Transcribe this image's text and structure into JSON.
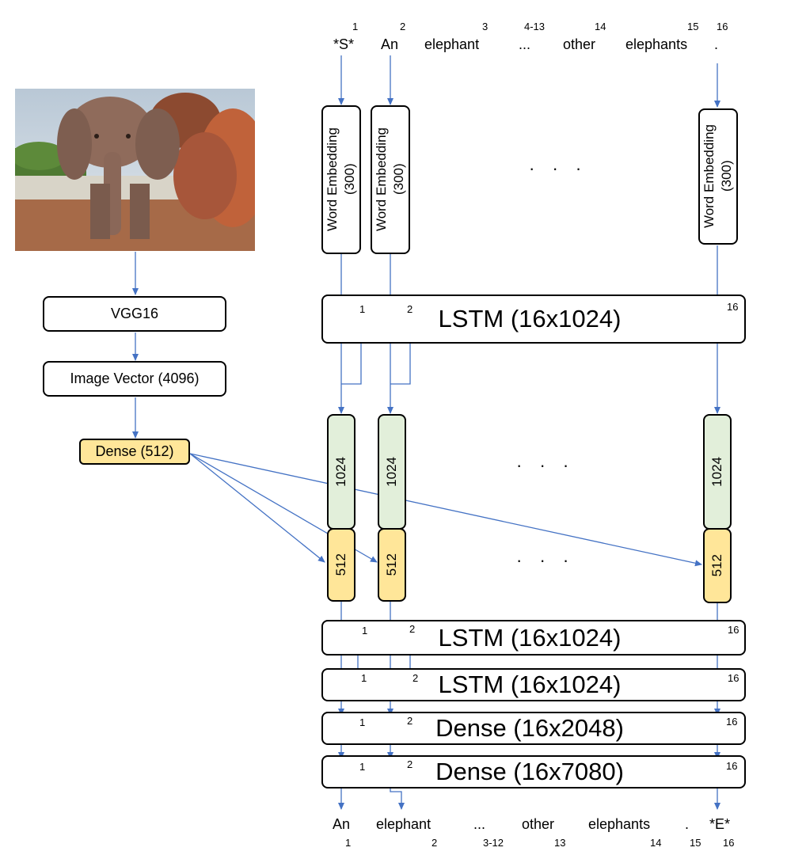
{
  "input_words": [
    {
      "index": "1",
      "word": "*S*"
    },
    {
      "index": "2",
      "word": "An"
    },
    {
      "index": "3",
      "word": "elephant"
    },
    {
      "index": "4-13",
      "word": "..."
    },
    {
      "index": "14",
      "word": "other"
    },
    {
      "index": "15",
      "word": "elephants"
    },
    {
      "index": "16",
      "word": "."
    }
  ],
  "output_words": [
    {
      "index": "1",
      "word": "An"
    },
    {
      "index": "2",
      "word": "elephant"
    },
    {
      "index": "3-12",
      "word": "..."
    },
    {
      "index": "13",
      "word": "other"
    },
    {
      "index": "14",
      "word": "elephants"
    },
    {
      "index": "15",
      "word": "."
    },
    {
      "index": "16",
      "word": "*E*"
    }
  ],
  "image_branch": {
    "vgg": "VGG16",
    "vector": "Image Vector (4096)",
    "dense": "Dense (512)"
  },
  "embedding": {
    "line1": "Word Embedding",
    "line2": "(300)"
  },
  "lstm1": "LSTM (16x1024)",
  "lstm2": "LSTM (16x1024)",
  "lstm3": "LSTM (16x1024)",
  "dense1": "Dense (16x2048)",
  "dense2": "Dense (16x7080)",
  "concat": {
    "top": "1024",
    "bottom": "512"
  },
  "ellipsis": "· · ·",
  "step_labels": {
    "first": "1",
    "second": "2",
    "last": "16"
  },
  "colors": {
    "arrow": "#4472c4",
    "green": "#e2efda",
    "yellow": "#ffe699",
    "border": "#000000"
  }
}
